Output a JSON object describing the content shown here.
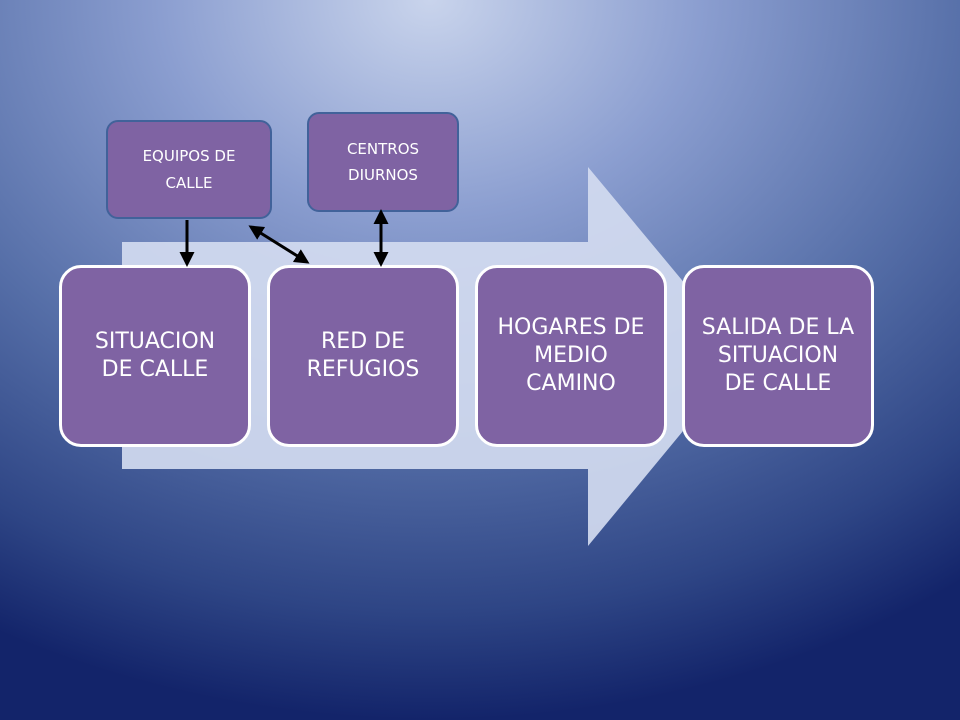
{
  "stages": [
    {
      "label": "SITUACION DE CALLE"
    },
    {
      "label": "RED DE REFUGIOS"
    },
    {
      "label": "HOGARES DE MEDIO CAMINO"
    },
    {
      "label": "SALIDA DE LA SITUACION DE CALLE"
    }
  ],
  "callouts": {
    "equipos": {
      "label": "EQUIPOS DE CALLE"
    },
    "centros": {
      "label": "CENTROS DIURNOS"
    }
  },
  "colors": {
    "stage_fill": "#7f63a3",
    "stage_border": "#ffffff",
    "callout_border": "#41629a",
    "arrow_fill": "#d3dbf0",
    "connector": "#000000"
  }
}
